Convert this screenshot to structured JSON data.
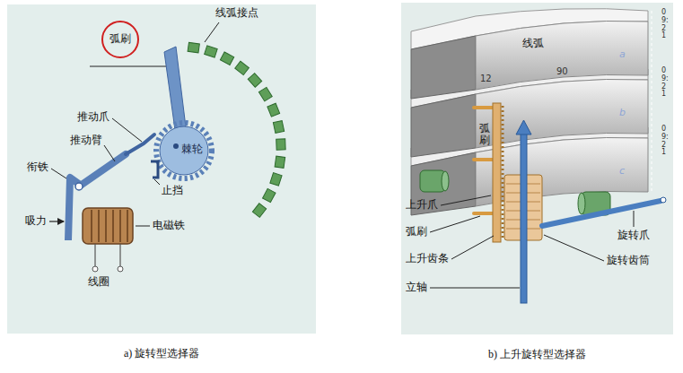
{
  "diagram": {
    "nodes": [
      {
        "text": [
          "a) 旋转型选择器"
        ]
      },
      {
        "text": [
          "b) 上升旋转型选择器"
        ]
      }
    ],
    "labels": [
      "弧刷",
      "线弧接点",
      "推动爪",
      "推动臂",
      "衔铁",
      "棘轮",
      "止挡",
      "吸力",
      "电磁铁",
      "线圈",
      "线弧",
      "12",
      "90",
      "a",
      "b",
      "c",
      "09:21",
      "09:21",
      "09:21",
      "弧刷",
      "上升爪",
      "弧刷",
      "上升齿条",
      "立轴",
      "旋转爪",
      "旋转齿筒"
    ]
  }
}
